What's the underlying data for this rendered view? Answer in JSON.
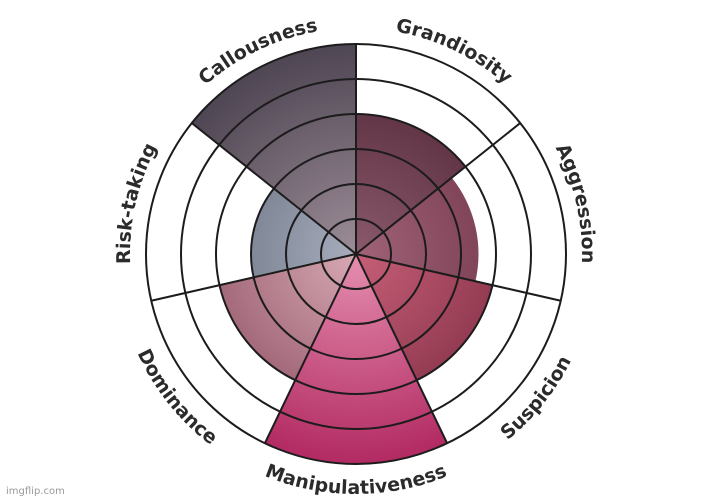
{
  "chart_data": {
    "type": "polar-area",
    "title": "",
    "rings": 6,
    "max_value": 6,
    "categories": [
      "Grandiosity",
      "Aggression",
      "Suspicion",
      "Manipulativeness",
      "Dominance",
      "Risk-taking",
      "Callousness"
    ],
    "values": [
      4,
      3.5,
      4,
      6,
      4,
      3,
      6
    ],
    "colors": [
      "#4e2335",
      "#6b2f44",
      "#7a2a40",
      "#b22a62",
      "#8a4a5e",
      "#5a6275",
      "#4f4653"
    ],
    "highlight_colors": [
      "#8a5a6c",
      "#a06378",
      "#c75f78",
      "#e58fb0",
      "#d7a9b4",
      "#a7adbb",
      "#9c8d98"
    ],
    "grid": true
  },
  "watermark": "imgflip.com"
}
